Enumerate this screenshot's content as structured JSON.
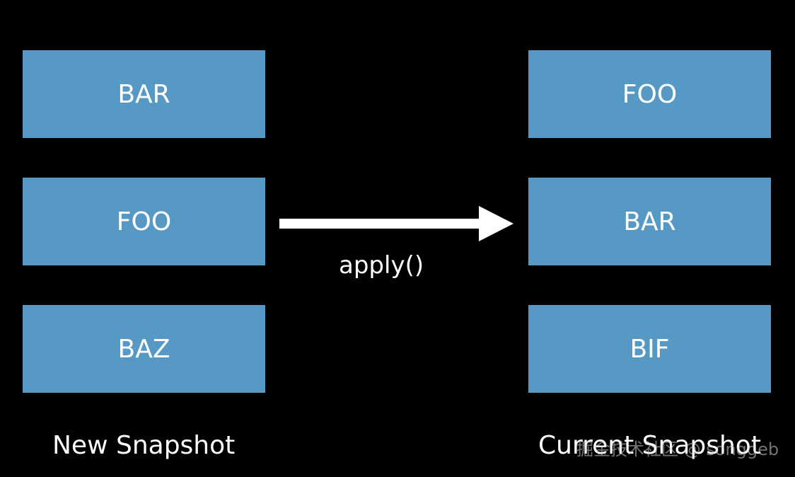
{
  "new_snapshot": {
    "items": [
      "BAR",
      "FOO",
      "BAZ"
    ],
    "caption": "New Snapshot"
  },
  "current_snapshot": {
    "items": [
      "FOO",
      "BAR",
      "BIF"
    ],
    "caption": "Current Snapshot"
  },
  "arrow": {
    "label": "apply()"
  },
  "watermark": "掘金技术社区 @ songgeb",
  "colors": {
    "background": "#000000",
    "box_fill": "#5799c5",
    "text": "#ffffff"
  }
}
